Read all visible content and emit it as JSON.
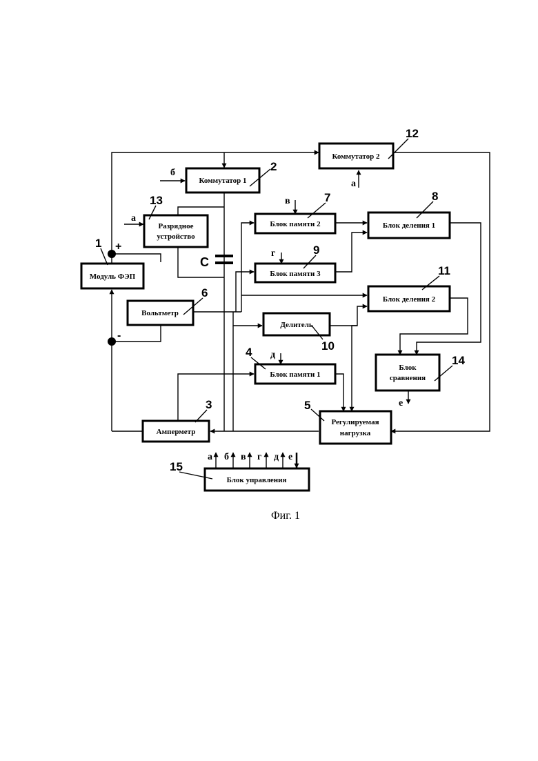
{
  "blocks": {
    "b1": {
      "label": "Модуль ФЭП",
      "num": "1"
    },
    "b2": {
      "label": "Коммутатор 1",
      "num": "2"
    },
    "b3": {
      "label": "Амперметр",
      "num": "3"
    },
    "b4": {
      "label": "Блок памяти 1",
      "num": "4"
    },
    "b5": {
      "label1": "Регулируемая",
      "label2": "нагрузка",
      "num": "5"
    },
    "b6": {
      "label": "Вольтметр",
      "num": "6"
    },
    "b7": {
      "label": "Блок памяти 2",
      "num": "7"
    },
    "b8": {
      "label": "Блок деления 1",
      "num": "8"
    },
    "b9": {
      "label": "Блок памяти 3",
      "num": "9"
    },
    "b10": {
      "label": "Делитель",
      "num": "10"
    },
    "b11": {
      "label": "Блок деления 2",
      "num": "11"
    },
    "b12": {
      "label": "Коммутатор 2",
      "num": "12"
    },
    "b13": {
      "label1": "Разрядное",
      "label2": "устройство",
      "num": "13"
    },
    "b14": {
      "label1": "Блок",
      "label2": "сравнения",
      "num": "14"
    },
    "b15": {
      "label": "Блок управления",
      "num": "15"
    }
  },
  "signals": {
    "a": "а",
    "b": "б",
    "v": "в",
    "g": "г",
    "d": "д",
    "e": "е"
  },
  "capacitor_label": "С",
  "plus": "+",
  "minus": "-",
  "caption": "Фиг. 1"
}
